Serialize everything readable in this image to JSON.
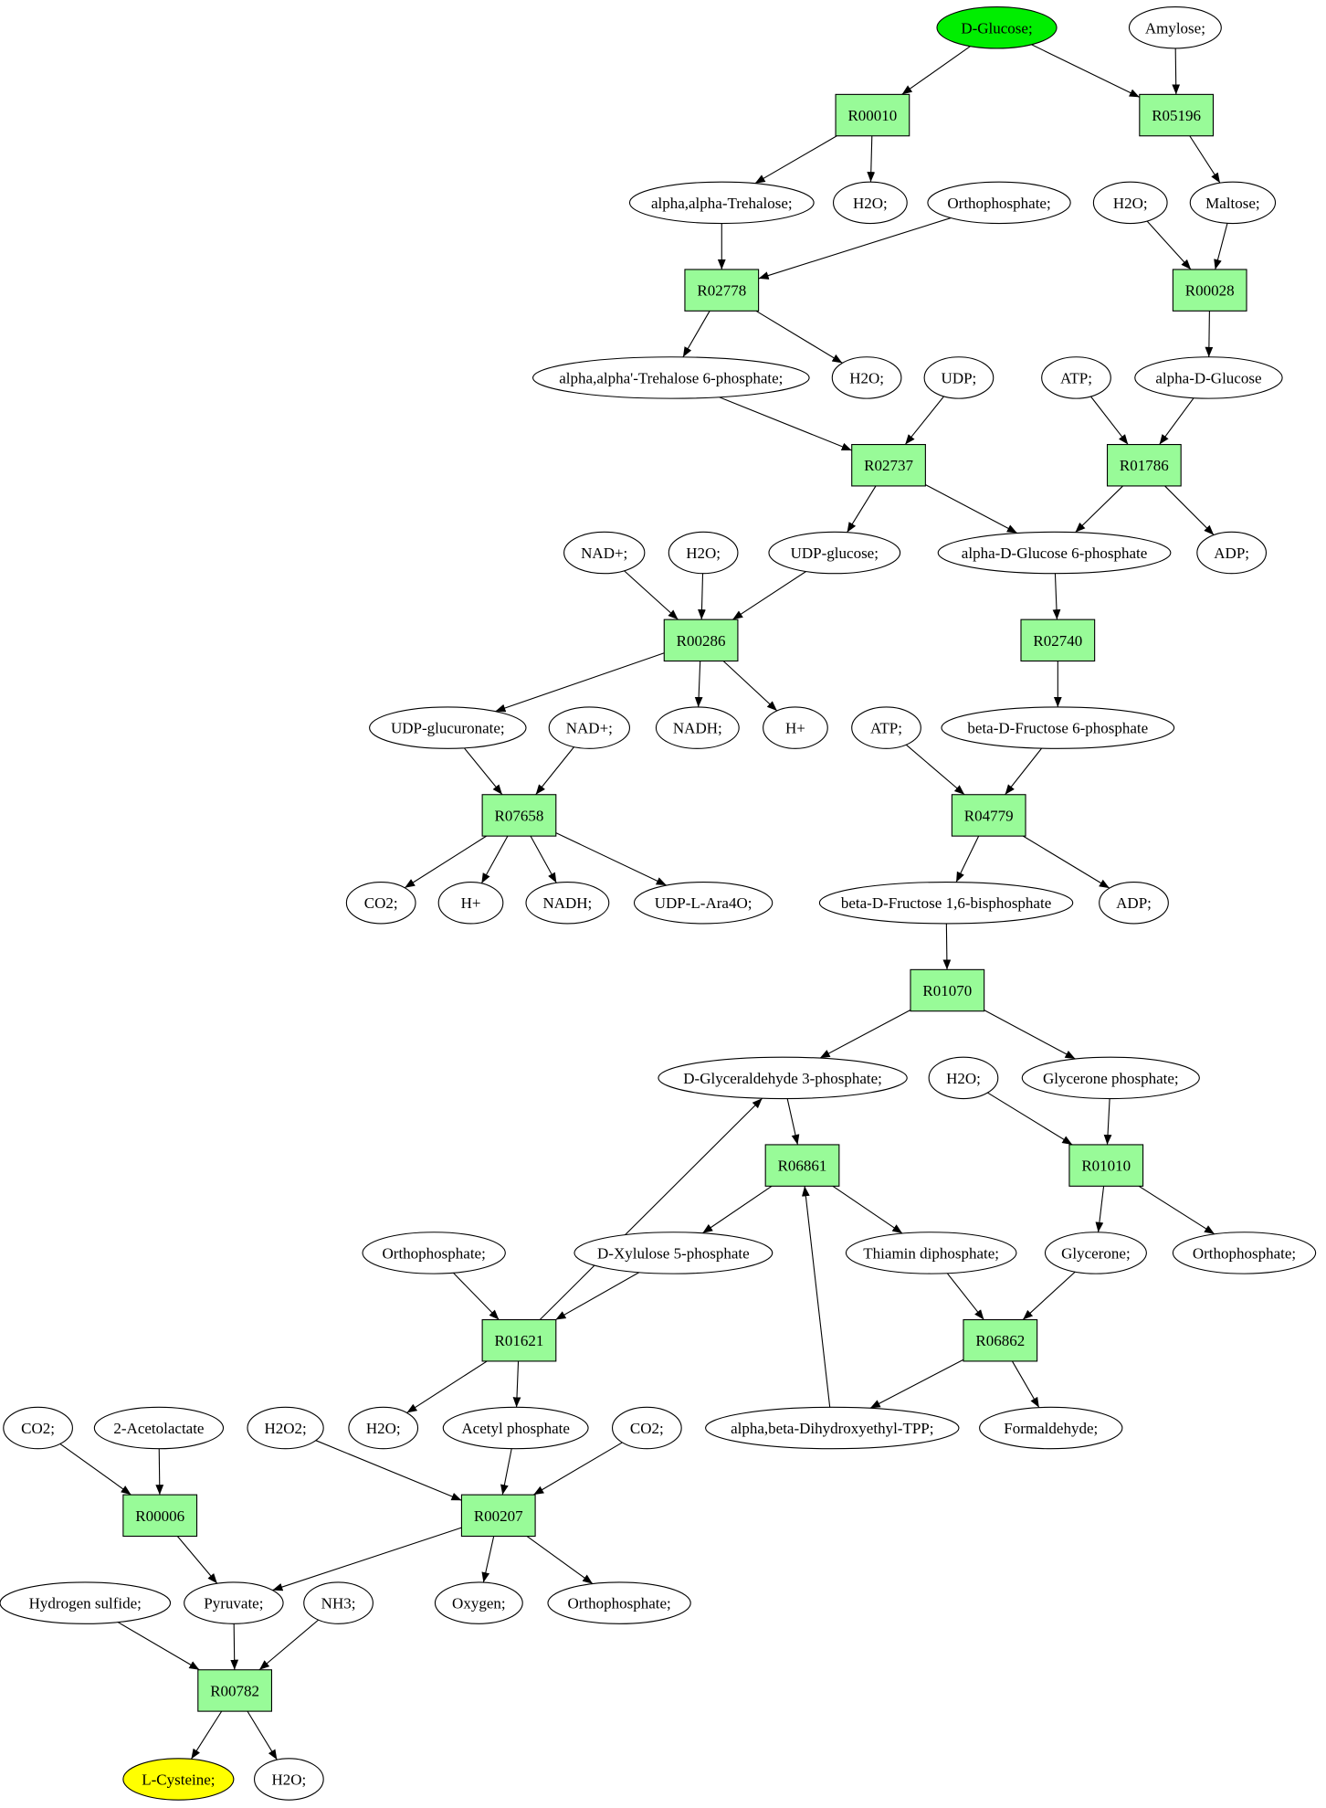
{
  "colors": {
    "reaction": "#98fb98",
    "compound": "#ffffff",
    "start": "#00ee00",
    "end": "#ffff00",
    "edge": "#000000"
  },
  "nodes": [
    {
      "id": "dglc",
      "label": "D-Glucose;",
      "kind": "start"
    },
    {
      "id": "amyl",
      "label": "Amylose;",
      "kind": "compound"
    },
    {
      "id": "r00010",
      "label": "R00010",
      "kind": "reaction"
    },
    {
      "id": "r05196",
      "label": "R05196",
      "kind": "reaction"
    },
    {
      "id": "treh",
      "label": "alpha,alpha-Trehalose;",
      "kind": "compound"
    },
    {
      "id": "h2o_a",
      "label": "H2O;",
      "kind": "compound"
    },
    {
      "id": "pi_a",
      "label": "Orthophosphate;",
      "kind": "compound"
    },
    {
      "id": "h2o_b",
      "label": "H2O;",
      "kind": "compound"
    },
    {
      "id": "malt",
      "label": "Maltose;",
      "kind": "compound"
    },
    {
      "id": "r02778",
      "label": "R02778",
      "kind": "reaction"
    },
    {
      "id": "r00028",
      "label": "R00028",
      "kind": "reaction"
    },
    {
      "id": "t6p",
      "label": "alpha,alpha'-Trehalose 6-phosphate;",
      "kind": "compound"
    },
    {
      "id": "h2o_c",
      "label": "H2O;",
      "kind": "compound"
    },
    {
      "id": "udp",
      "label": "UDP;",
      "kind": "compound"
    },
    {
      "id": "atp_a",
      "label": "ATP;",
      "kind": "compound"
    },
    {
      "id": "adglc",
      "label": "alpha-D-Glucose",
      "kind": "compound"
    },
    {
      "id": "r02737",
      "label": "R02737",
      "kind": "reaction"
    },
    {
      "id": "r01786",
      "label": "R01786",
      "kind": "reaction"
    },
    {
      "id": "nad_a",
      "label": "NAD+;",
      "kind": "compound"
    },
    {
      "id": "h2o_d",
      "label": "H2O;",
      "kind": "compound"
    },
    {
      "id": "udpg",
      "label": "UDP-glucose;",
      "kind": "compound"
    },
    {
      "id": "g6p",
      "label": "alpha-D-Glucose 6-phosphate",
      "kind": "compound"
    },
    {
      "id": "adp_a",
      "label": "ADP;",
      "kind": "compound"
    },
    {
      "id": "r00286",
      "label": "R00286",
      "kind": "reaction"
    },
    {
      "id": "r02740",
      "label": "R02740",
      "kind": "reaction"
    },
    {
      "id": "udpgluc",
      "label": "UDP-glucuronate;",
      "kind": "compound"
    },
    {
      "id": "nad_b",
      "label": "NAD+;",
      "kind": "compound"
    },
    {
      "id": "nadh_a",
      "label": "NADH;",
      "kind": "compound"
    },
    {
      "id": "hp_a",
      "label": "H+",
      "kind": "compound"
    },
    {
      "id": "atp_b",
      "label": "ATP;",
      "kind": "compound"
    },
    {
      "id": "f6p",
      "label": "beta-D-Fructose 6-phosphate",
      "kind": "compound"
    },
    {
      "id": "r07658",
      "label": "R07658",
      "kind": "reaction"
    },
    {
      "id": "r04779",
      "label": "R04779",
      "kind": "reaction"
    },
    {
      "id": "co2_a",
      "label": "CO2;",
      "kind": "compound"
    },
    {
      "id": "hp_b",
      "label": "H+",
      "kind": "compound"
    },
    {
      "id": "nadh_b",
      "label": "NADH;",
      "kind": "compound"
    },
    {
      "id": "udpara",
      "label": "UDP-L-Ara4O;",
      "kind": "compound"
    },
    {
      "id": "fbp",
      "label": "beta-D-Fructose 1,6-bisphosphate",
      "kind": "compound"
    },
    {
      "id": "adp_b",
      "label": "ADP;",
      "kind": "compound"
    },
    {
      "id": "r01070",
      "label": "R01070",
      "kind": "reaction"
    },
    {
      "id": "gap",
      "label": "D-Glyceraldehyde 3-phosphate;",
      "kind": "compound"
    },
    {
      "id": "h2o_e",
      "label": "H2O;",
      "kind": "compound"
    },
    {
      "id": "dhap",
      "label": "Glycerone phosphate;",
      "kind": "compound"
    },
    {
      "id": "r06861",
      "label": "R06861",
      "kind": "reaction"
    },
    {
      "id": "r01010",
      "label": "R01010",
      "kind": "reaction"
    },
    {
      "id": "pi_b",
      "label": "Orthophosphate;",
      "kind": "compound"
    },
    {
      "id": "x5p",
      "label": "D-Xylulose 5-phosphate",
      "kind": "compound"
    },
    {
      "id": "tpp",
      "label": "Thiamin diphosphate;",
      "kind": "compound"
    },
    {
      "id": "glycerone",
      "label": "Glycerone;",
      "kind": "compound"
    },
    {
      "id": "pi_c",
      "label": "Orthophosphate;",
      "kind": "compound"
    },
    {
      "id": "r01621",
      "label": "R01621",
      "kind": "reaction"
    },
    {
      "id": "r06862",
      "label": "R06862",
      "kind": "reaction"
    },
    {
      "id": "co2_b",
      "label": "CO2;",
      "kind": "compound"
    },
    {
      "id": "acl",
      "label": "2-Acetolactate",
      "kind": "compound"
    },
    {
      "id": "h2o2",
      "label": "H2O2;",
      "kind": "compound"
    },
    {
      "id": "h2o_f",
      "label": "H2O;",
      "kind": "compound"
    },
    {
      "id": "acp",
      "label": "Acetyl phosphate",
      "kind": "compound"
    },
    {
      "id": "co2_c",
      "label": "CO2;",
      "kind": "compound"
    },
    {
      "id": "dhetpp",
      "label": "alpha,beta-Dihydroxyethyl-TPP;",
      "kind": "compound"
    },
    {
      "id": "form",
      "label": "Formaldehyde;",
      "kind": "compound"
    },
    {
      "id": "r00006",
      "label": "R00006",
      "kind": "reaction"
    },
    {
      "id": "r00207",
      "label": "R00207",
      "kind": "reaction"
    },
    {
      "id": "h2s",
      "label": "Hydrogen sulfide;",
      "kind": "compound"
    },
    {
      "id": "pyr",
      "label": "Pyruvate;",
      "kind": "compound"
    },
    {
      "id": "nh3",
      "label": "NH3;",
      "kind": "compound"
    },
    {
      "id": "oxy",
      "label": "Oxygen;",
      "kind": "compound"
    },
    {
      "id": "pi_d",
      "label": "Orthophosphate;",
      "kind": "compound"
    },
    {
      "id": "r00782",
      "label": "R00782",
      "kind": "reaction"
    },
    {
      "id": "cys",
      "label": "L-Cysteine;",
      "kind": "end"
    },
    {
      "id": "h2o_g",
      "label": "H2O;",
      "kind": "compound"
    }
  ],
  "edges": [
    [
      "dglc",
      "r00010"
    ],
    [
      "dglc",
      "r05196"
    ],
    [
      "amyl",
      "r05196"
    ],
    [
      "r00010",
      "treh"
    ],
    [
      "r00010",
      "h2o_a"
    ],
    [
      "r05196",
      "malt"
    ],
    [
      "treh",
      "r02778"
    ],
    [
      "pi_a",
      "r02778"
    ],
    [
      "h2o_b",
      "r00028"
    ],
    [
      "malt",
      "r00028"
    ],
    [
      "r02778",
      "t6p"
    ],
    [
      "r02778",
      "h2o_c"
    ],
    [
      "r00028",
      "adglc"
    ],
    [
      "t6p",
      "r02737"
    ],
    [
      "udp",
      "r02737"
    ],
    [
      "atp_a",
      "r01786"
    ],
    [
      "adglc",
      "r01786"
    ],
    [
      "r02737",
      "udpg"
    ],
    [
      "r02737",
      "g6p"
    ],
    [
      "r01786",
      "g6p"
    ],
    [
      "r01786",
      "adp_a"
    ],
    [
      "nad_a",
      "r00286"
    ],
    [
      "h2o_d",
      "r00286"
    ],
    [
      "udpg",
      "r00286"
    ],
    [
      "g6p",
      "r02740"
    ],
    [
      "r00286",
      "udpgluc"
    ],
    [
      "r00286",
      "nadh_a"
    ],
    [
      "r00286",
      "hp_a"
    ],
    [
      "r02740",
      "f6p"
    ],
    [
      "udpgluc",
      "r07658"
    ],
    [
      "nad_b",
      "r07658"
    ],
    [
      "atp_b",
      "r04779"
    ],
    [
      "f6p",
      "r04779"
    ],
    [
      "r07658",
      "co2_a"
    ],
    [
      "r07658",
      "hp_b"
    ],
    [
      "r07658",
      "nadh_b"
    ],
    [
      "r07658",
      "udpara"
    ],
    [
      "r04779",
      "fbp"
    ],
    [
      "r04779",
      "adp_b"
    ],
    [
      "fbp",
      "r01070"
    ],
    [
      "r01070",
      "gap"
    ],
    [
      "r01070",
      "dhap"
    ],
    [
      "gap",
      "r06861"
    ],
    [
      "h2o_e",
      "r01010"
    ],
    [
      "dhap",
      "r01010"
    ],
    [
      "r06861",
      "x5p"
    ],
    [
      "r06861",
      "tpp"
    ],
    [
      "r01010",
      "glycerone"
    ],
    [
      "r01010",
      "pi_c"
    ],
    [
      "pi_b",
      "r01621"
    ],
    [
      "x5p",
      "r01621"
    ],
    [
      "r01621",
      "gap"
    ],
    [
      "tpp",
      "r06862"
    ],
    [
      "glycerone",
      "r06862"
    ],
    [
      "r01621",
      "h2o_f"
    ],
    [
      "r01621",
      "acp"
    ],
    [
      "r06862",
      "dhetpp"
    ],
    [
      "r06862",
      "form"
    ],
    [
      "dhetpp",
      "r06861"
    ],
    [
      "co2_b",
      "r00006"
    ],
    [
      "acl",
      "r00006"
    ],
    [
      "h2o2",
      "r00207"
    ],
    [
      "acp",
      "r00207"
    ],
    [
      "co2_c",
      "r00207"
    ],
    [
      "r00006",
      "pyr"
    ],
    [
      "r00207",
      "pyr"
    ],
    [
      "r00207",
      "oxy"
    ],
    [
      "r00207",
      "pi_d"
    ],
    [
      "h2s",
      "r00782"
    ],
    [
      "pyr",
      "r00782"
    ],
    [
      "nh3",
      "r00782"
    ],
    [
      "r00782",
      "cys"
    ],
    [
      "r00782",
      "h2o_g"
    ]
  ]
}
